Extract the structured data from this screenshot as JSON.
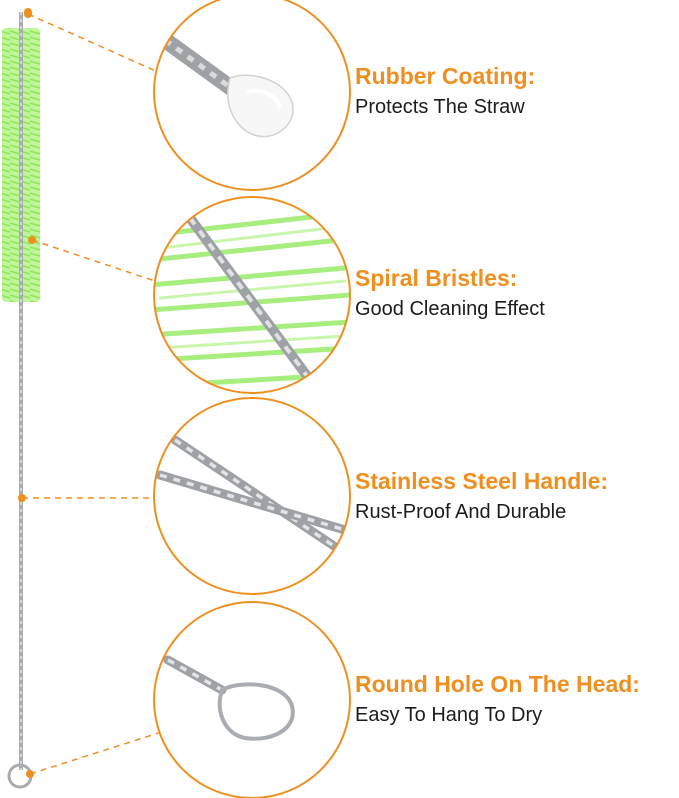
{
  "colors": {
    "accent": "#ef8f1f",
    "bristle": "#8ee85a",
    "steel": "#a9acb0",
    "rubber": "#f7f7f7"
  },
  "features": [
    {
      "title": "Rubber Coating:",
      "desc": "Protects The Straw",
      "icon": "rubber-tip-closeup"
    },
    {
      "title": "Spiral Bristles:",
      "desc": "Good Cleaning Effect",
      "icon": "bristles-closeup"
    },
    {
      "title": "Stainless Steel Handle:",
      "desc": "Rust-Proof And Durable",
      "icon": "steel-wire-closeup"
    },
    {
      "title": "Round Hole On The Head:",
      "desc": "Easy To Hang To Dry",
      "icon": "loop-closeup"
    }
  ]
}
